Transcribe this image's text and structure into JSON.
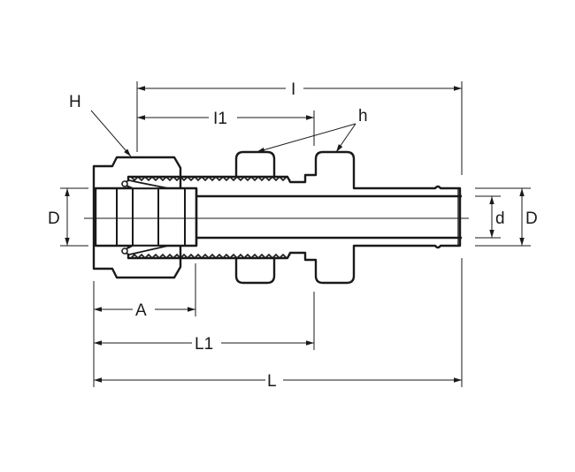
{
  "diagram": {
    "title_labels": {
      "H": "H",
      "h": "h",
      "I": "I",
      "I1": "I1",
      "A": "A",
      "L1": "L1",
      "L": "L",
      "D_left": "D",
      "d_right": "d",
      "D_right": "D"
    },
    "line_color": "#1a1a1a"
  }
}
